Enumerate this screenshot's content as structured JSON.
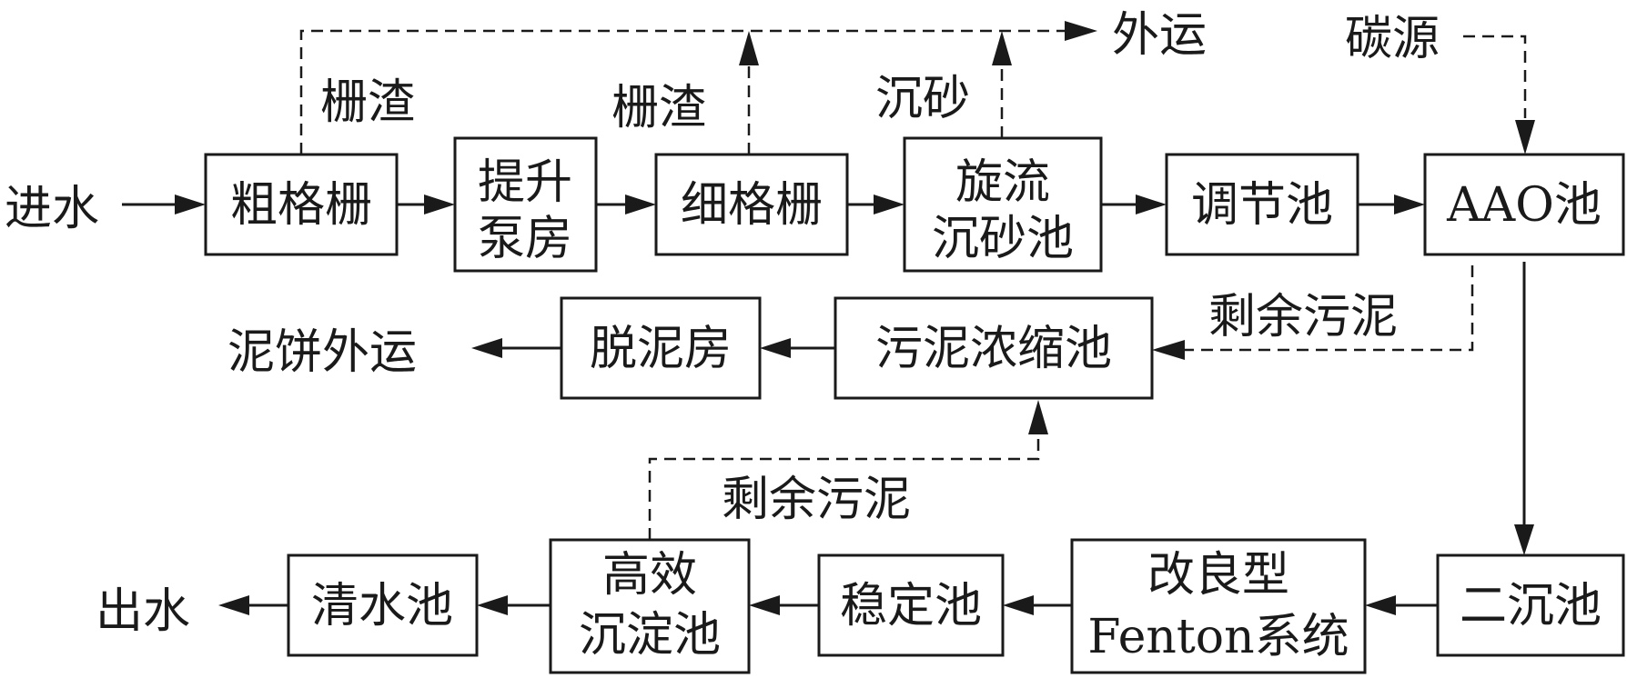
{
  "nodes": {
    "coarse_screen": [
      "粗格栅"
    ],
    "lift_pump": [
      "提升",
      "泵房"
    ],
    "fine_screen": [
      "细格栅"
    ],
    "vortex_grit": [
      "旋流",
      "沉砂池"
    ],
    "equalization": [
      "调节池"
    ],
    "aao": [
      "AAO池"
    ],
    "secondary_clarifier": [
      "二沉池"
    ],
    "fenton": [
      "改良型",
      "Fenton系统"
    ],
    "stabilization": [
      "稳定池"
    ],
    "hes": [
      "高效",
      "沉淀池"
    ],
    "clear_water": [
      "清水池"
    ],
    "thickener": [
      "污泥浓缩池"
    ],
    "dewatering": [
      "脱泥房"
    ]
  },
  "labels": {
    "influent": "进水",
    "effluent": "出水",
    "screenings_1": "栅渣",
    "screenings_2": "栅渣",
    "grit": "沉砂",
    "haul_out": "外运",
    "carbon_source": "碳源",
    "excess_sludge_1": "剩余污泥",
    "excess_sludge_2": "剩余污泥",
    "cake_haul_out": "泥饼外运"
  }
}
